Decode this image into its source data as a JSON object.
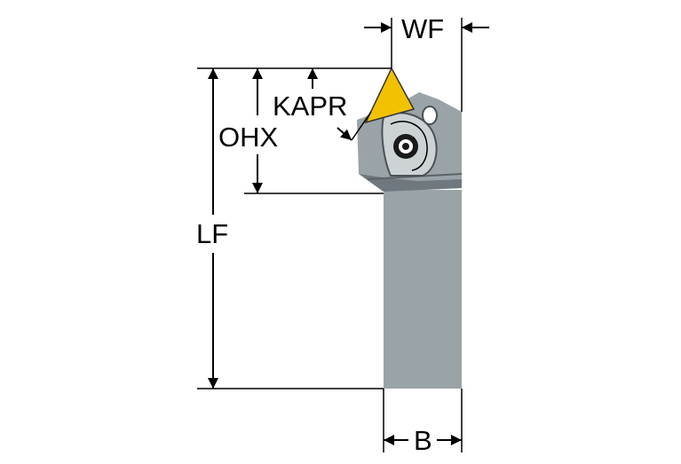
{
  "labels": {
    "wf": "WF",
    "kapr": "KAPR",
    "ohx": "OHX",
    "lf": "LF",
    "b": "B"
  },
  "colors": {
    "holder": "#9aa3a8",
    "holder_dark": "#6f787e",
    "insert": "#f2c200",
    "screw": "#1a1a1a"
  }
}
